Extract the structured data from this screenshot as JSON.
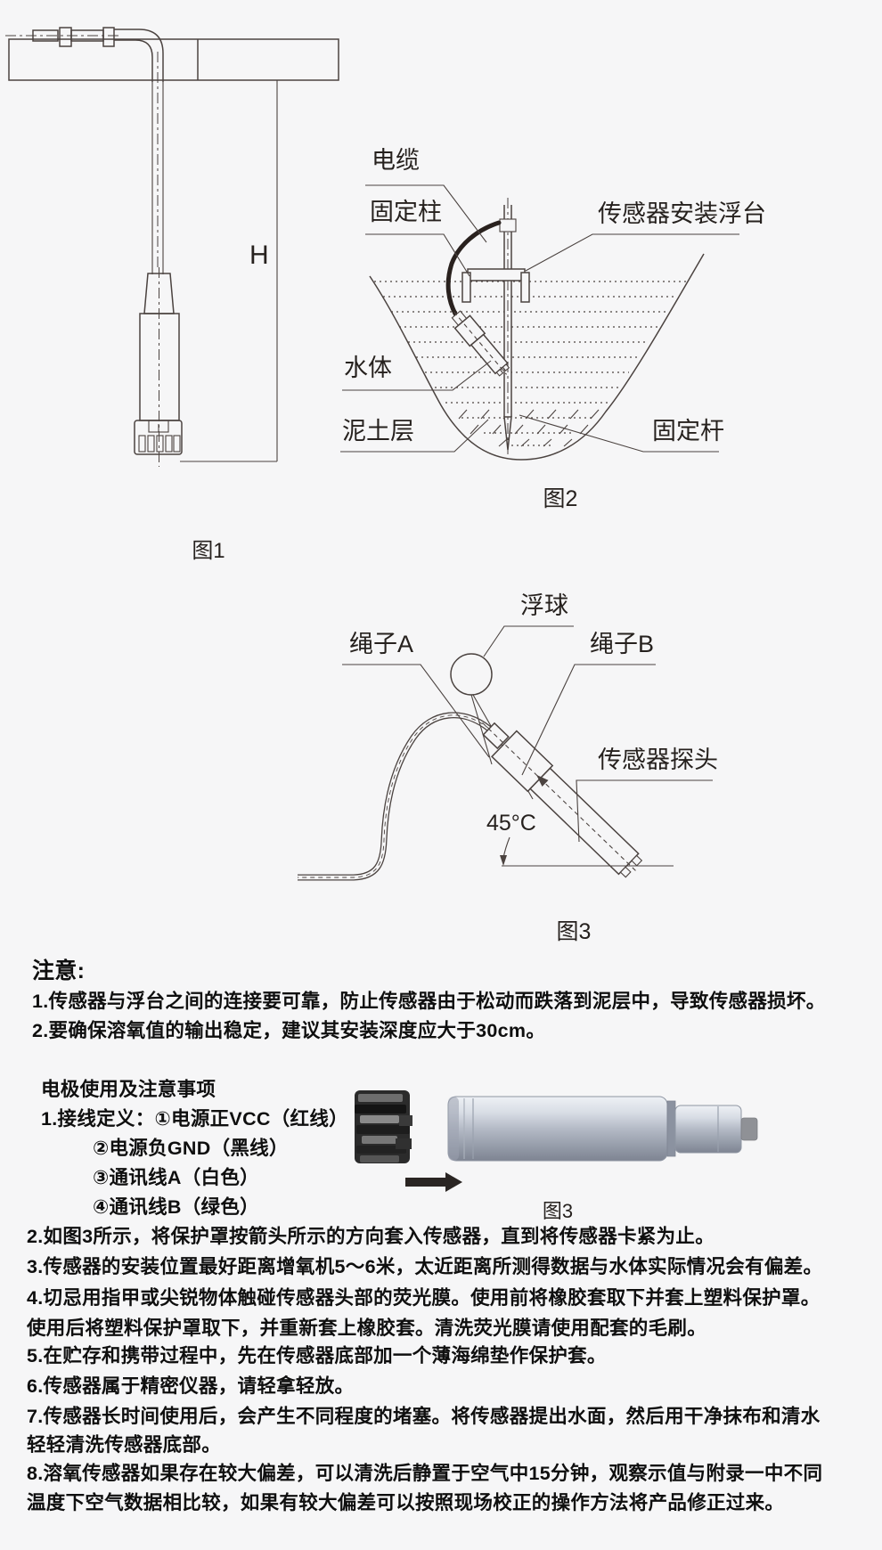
{
  "page": {
    "colors": {
      "background": "#f6f6f7",
      "line_ink": "#4b4340",
      "text": "#0f0f0f",
      "cable_black": "#29211e",
      "cap_dark": "#2b2b2b",
      "metal_light": "#d8dde5",
      "metal_dark": "#7e8492",
      "arrow": "#2a2523"
    }
  },
  "figure1": {
    "caption": "图1",
    "height_label": "H"
  },
  "figure2": {
    "caption": "图2",
    "labels": {
      "cable": "电缆",
      "fixing_post": "固定柱",
      "mount_float": "传感器安装浮台",
      "water": "水体",
      "mud": "泥土层",
      "fixing_rod": "固定杆"
    }
  },
  "figure3": {
    "caption": "图3",
    "labels": {
      "rope_a": "绳子A",
      "float_ball": "浮球",
      "rope_b": "绳子B",
      "probe": "传感器探头",
      "angle": "45°C"
    }
  },
  "notice": {
    "heading": "注意:",
    "lines": [
      "1.传感器与浮台之间的连接要可靠，防止传感器由于松动而跌落到泥层中，导致传感器损坏。",
      "2.要确保溶氧值的输出稳定，建议其安装深度应大于30cm。"
    ]
  },
  "electrode": {
    "heading": "电极使用及注意事项",
    "wiring": [
      "1.接线定义：①电源正VCC（红线）",
      "②电源负GND（黑线）",
      "③通讯线A（白色）",
      "④通讯线B（绿色）"
    ],
    "figure_caption": "图3",
    "lines": [
      "2.如图3所示，将保护罩按箭头所示的方向套入传感器，直到将传感器卡紧为止。",
      "3.传感器的安装位置最好距离增氧机5～6米，太近距离所测得数据与水体实际情况会有偏差。",
      "4.切忌用指甲或尖锐物体触碰传感器头部的荧光膜。使用前将橡胶套取下并套上塑料保护罩。",
      "使用后将塑料保护罩取下，并重新套上橡胶套。清洗荧光膜请使用配套的毛刷。",
      "5.在贮存和携带过程中，先在传感器底部加一个薄海绵垫作保护套。",
      "6.传感器属于精密仪器，请轻拿轻放。",
      "7.传感器长时间使用后，会产生不同程度的堵塞。将传感器提出水面，然后用干净抹布和清水",
      "轻轻清洗传感器底部。",
      "8.溶氧传感器如果存在较大偏差，可以清洗后静置于空气中15分钟，观察示值与附录一中不同",
      "温度下空气数据相比较，如果有较大偏差可以按照现场校正的操作方法将产品修正过来。"
    ]
  }
}
